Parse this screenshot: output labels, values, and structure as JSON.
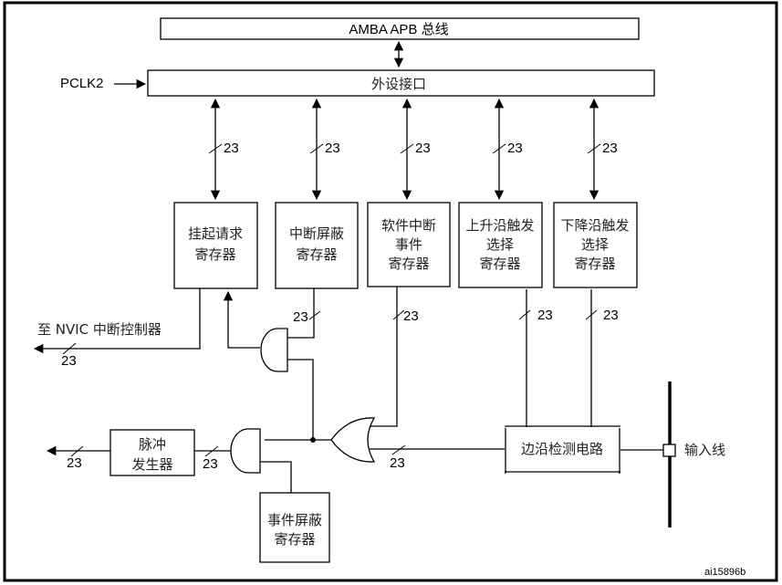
{
  "diagram": {
    "title": "EXTI block diagram",
    "amba_bus_label": "AMBA APB 总线",
    "peripheral_interface_label": "外设接口",
    "pclk_label": "PCLK2",
    "bus_width": "23",
    "registers": [
      {
        "id": "pending",
        "lines": [
          "挂起请求",
          "寄存器"
        ]
      },
      {
        "id": "int_mask",
        "lines": [
          "中断屏蔽",
          "寄存器"
        ]
      },
      {
        "id": "sw_event",
        "lines": [
          "软件中断",
          "事件",
          "寄存器"
        ]
      },
      {
        "id": "rising",
        "lines": [
          "上升沿触发",
          "选择",
          "寄存器"
        ]
      },
      {
        "id": "falling",
        "lines": [
          "下降沿触发",
          "选择",
          "寄存器"
        ]
      }
    ],
    "pulse_generator": {
      "lines": [
        "脉冲",
        "发生器"
      ]
    },
    "event_mask": {
      "lines": [
        "事件屏蔽",
        "寄存器"
      ]
    },
    "edge_detect_label": "边沿检测电路",
    "input_line_label": "输入线",
    "nvic_label": "至 NVIC 中断控制器",
    "figure_id": "ai15896b",
    "colors": {
      "stroke": "#000000",
      "background": "#ffffff"
    }
  }
}
